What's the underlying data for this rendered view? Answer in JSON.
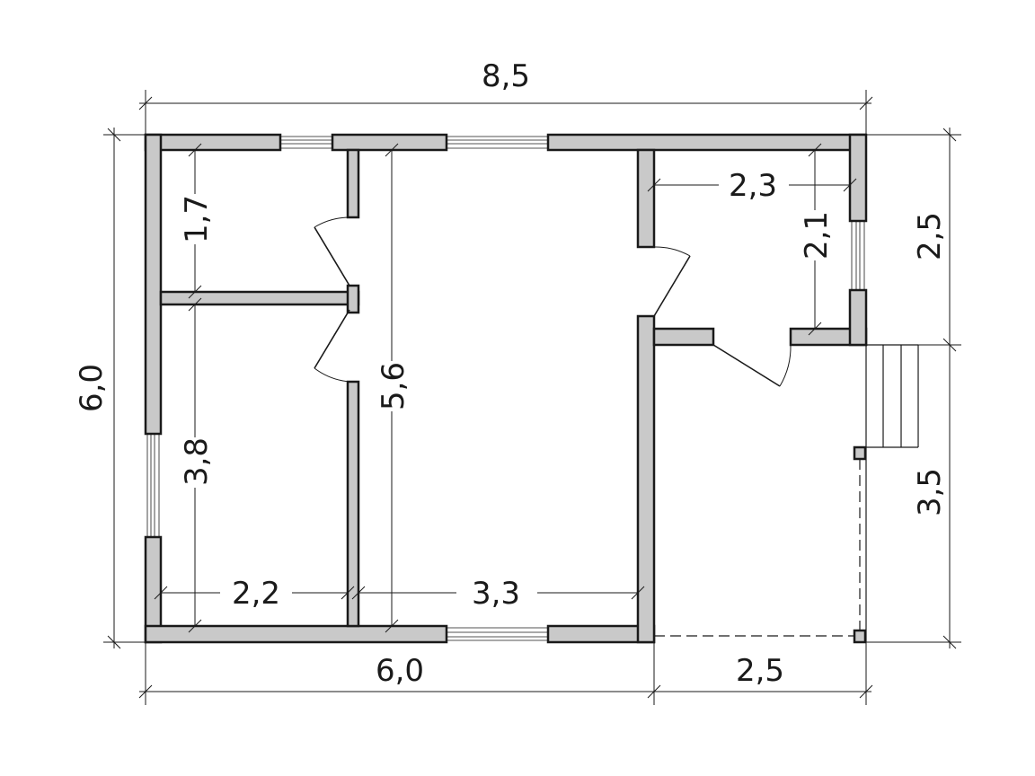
{
  "dimensions": {
    "overall_width": "8,5",
    "overall_depth": "6,0",
    "house_width": "6,0",
    "porch_width": "2,5",
    "right_upper": "2,5",
    "right_lower": "3,5",
    "room_top_left_height": "1,7",
    "room_bottom_left_height": "3,8",
    "hall_height": "5,6",
    "room_left_width": "2,2",
    "hall_width": "3,3",
    "small_room_width": "2,3",
    "small_room_height": "2,1"
  }
}
